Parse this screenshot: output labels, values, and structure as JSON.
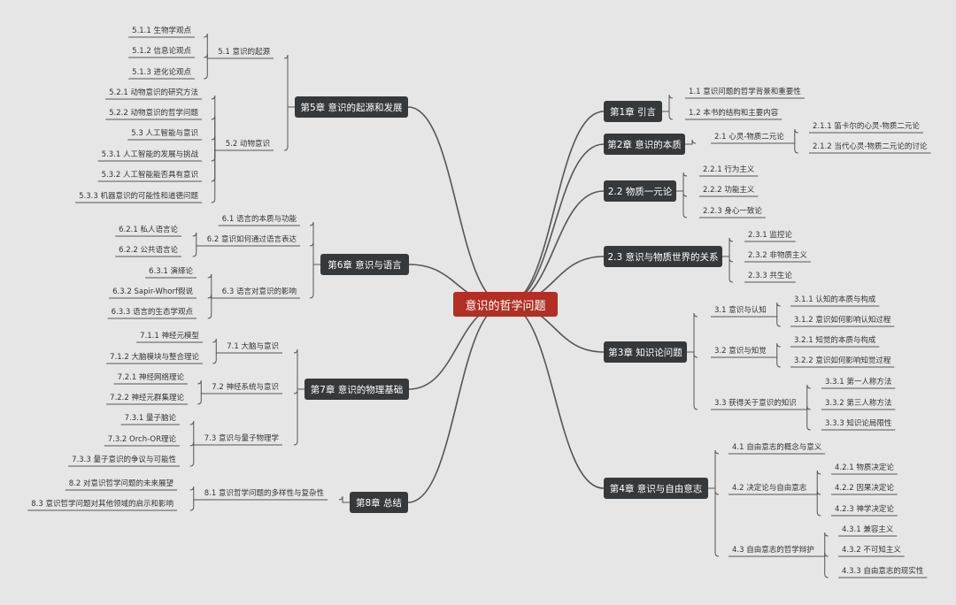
{
  "root": "意识的哲学问题",
  "right": [
    {
      "label": "第1章 引言",
      "children": [
        {
          "label": "1.1 意识问题的哲学背景和重要性"
        },
        {
          "label": "1.2 本书的结构和主要内容"
        }
      ]
    },
    {
      "label": "第2章 意识的本质",
      "children": [
        {
          "label": "2.1 心灵-物质二元论",
          "children": [
            {
              "label": "2.1.1 笛卡尔的心灵-物质二元论"
            },
            {
              "label": "2.1.2 当代心灵-物质二元论的讨论"
            }
          ]
        }
      ]
    },
    {
      "label": "2.2 物质一元论",
      "children": [
        {
          "label": "2.2.1 行为主义"
        },
        {
          "label": "2.2.2 功能主义"
        },
        {
          "label": "2.2.3 身心一致论"
        }
      ]
    },
    {
      "label": "2.3 意识与物质世界的关系",
      "children": [
        {
          "label": "2.3.1 监控论"
        },
        {
          "label": "2.3.2 非物质主义"
        },
        {
          "label": "2.3.3 共生论"
        }
      ]
    },
    {
      "label": "第3章 知识论问题",
      "children": [
        {
          "label": "3.1 意识与认知",
          "children": [
            {
              "label": "3.1.1 认知的本质与构成"
            },
            {
              "label": "3.1.2 意识如何影响认知过程"
            }
          ]
        },
        {
          "label": "3.2 意识与知觉",
          "children": [
            {
              "label": "3.2.1 知觉的本质与构成"
            },
            {
              "label": "3.2.2 意识如何影响知觉过程"
            }
          ]
        },
        {
          "label": "3.3 获得关于意识的知识",
          "children": [
            {
              "label": "3.3.1 第一人称方法"
            },
            {
              "label": "3.3.2 第三人称方法"
            },
            {
              "label": "3.3.3 知识论局限性"
            }
          ]
        }
      ]
    },
    {
      "label": "第4章 意识与自由意志",
      "children": [
        {
          "label": "4.1 自由意志的概念与意义"
        },
        {
          "label": "4.2 决定论与自由意志",
          "children": [
            {
              "label": "4.2.1 物质决定论"
            },
            {
              "label": "4.2.2 因果决定论"
            },
            {
              "label": "4.2.3 神学决定论"
            }
          ]
        },
        {
          "label": "4.3 自由意志的哲学辩护",
          "children": [
            {
              "label": "4.3.1 兼容主义"
            },
            {
              "label": "4.3.2 不可知主义"
            },
            {
              "label": "4.3.3 自由意志的现实性"
            }
          ]
        }
      ]
    }
  ],
  "left": [
    {
      "label": "第5章 意识的起源和发展",
      "children": [
        {
          "label": "5.1 意识的起源",
          "children": [
            {
              "label": "5.1.1 生物学观点"
            },
            {
              "label": "5.1.2 信息论观点"
            },
            {
              "label": "5.1.3 进化论观点"
            }
          ]
        },
        {
          "label": "5.2 动物意识",
          "children": [
            {
              "label": "5.2.1 动物意识的研究方法"
            },
            {
              "label": "5.2.2 动物意识的哲学问题"
            },
            {
              "label": "5.3 人工智能与意识"
            },
            {
              "label": "5.3.1 人工智能的发展与挑战"
            },
            {
              "label": "5.3.2 人工智能能否具有意识"
            },
            {
              "label": "5.3.3 机器意识的可能性和道德问题"
            }
          ]
        }
      ]
    },
    {
      "label": "第6章 意识与语言",
      "children": [
        {
          "label": "6.1 语言的本质与功能"
        },
        {
          "label": "6.2 意识如何通过语言表达",
          "children": [
            {
              "label": "6.2.1 私人语言论"
            },
            {
              "label": "6.2.2 公共语言论"
            }
          ]
        },
        {
          "label": "6.3 语言对意识的影响",
          "children": [
            {
              "label": "6.3.1 演绎论"
            },
            {
              "label": "6.3.2 Sapir-Whorf假说"
            },
            {
              "label": "6.3.3 语言的生态学观点"
            }
          ]
        }
      ]
    },
    {
      "label": "第7章 意识的物理基础",
      "children": [
        {
          "label": "7.1 大脑与意识",
          "children": [
            {
              "label": "7.1.1 神经元模型"
            },
            {
              "label": "7.1.2 大脑模块与整合理论"
            }
          ]
        },
        {
          "label": "7.2 神经系统与意识",
          "children": [
            {
              "label": "7.2.1 神经网络理论"
            },
            {
              "label": "7.2.2 神经元群集理论"
            }
          ]
        },
        {
          "label": "7.3 意识与量子物理学",
          "children": [
            {
              "label": "7.3.1 量子脑论"
            },
            {
              "label": "7.3.2 Orch-OR理论"
            },
            {
              "label": "7.3.3 量子意识的争议与可能性"
            }
          ]
        }
      ]
    },
    {
      "label": "第8章 总结",
      "children": [
        {
          "label": "8.1 意识哲学问题的多样性与复杂性",
          "children": [
            {
              "label": "8.2 对意识哲学问题的未来展望"
            },
            {
              "label": "8.3 意识哲学问题对其他领域的启示和影响"
            }
          ]
        }
      ]
    }
  ],
  "colors": {
    "background": "#e6e6e6",
    "root": "#b22f25",
    "chapter": "#36393b",
    "line": "#555555",
    "text": "#333333"
  }
}
